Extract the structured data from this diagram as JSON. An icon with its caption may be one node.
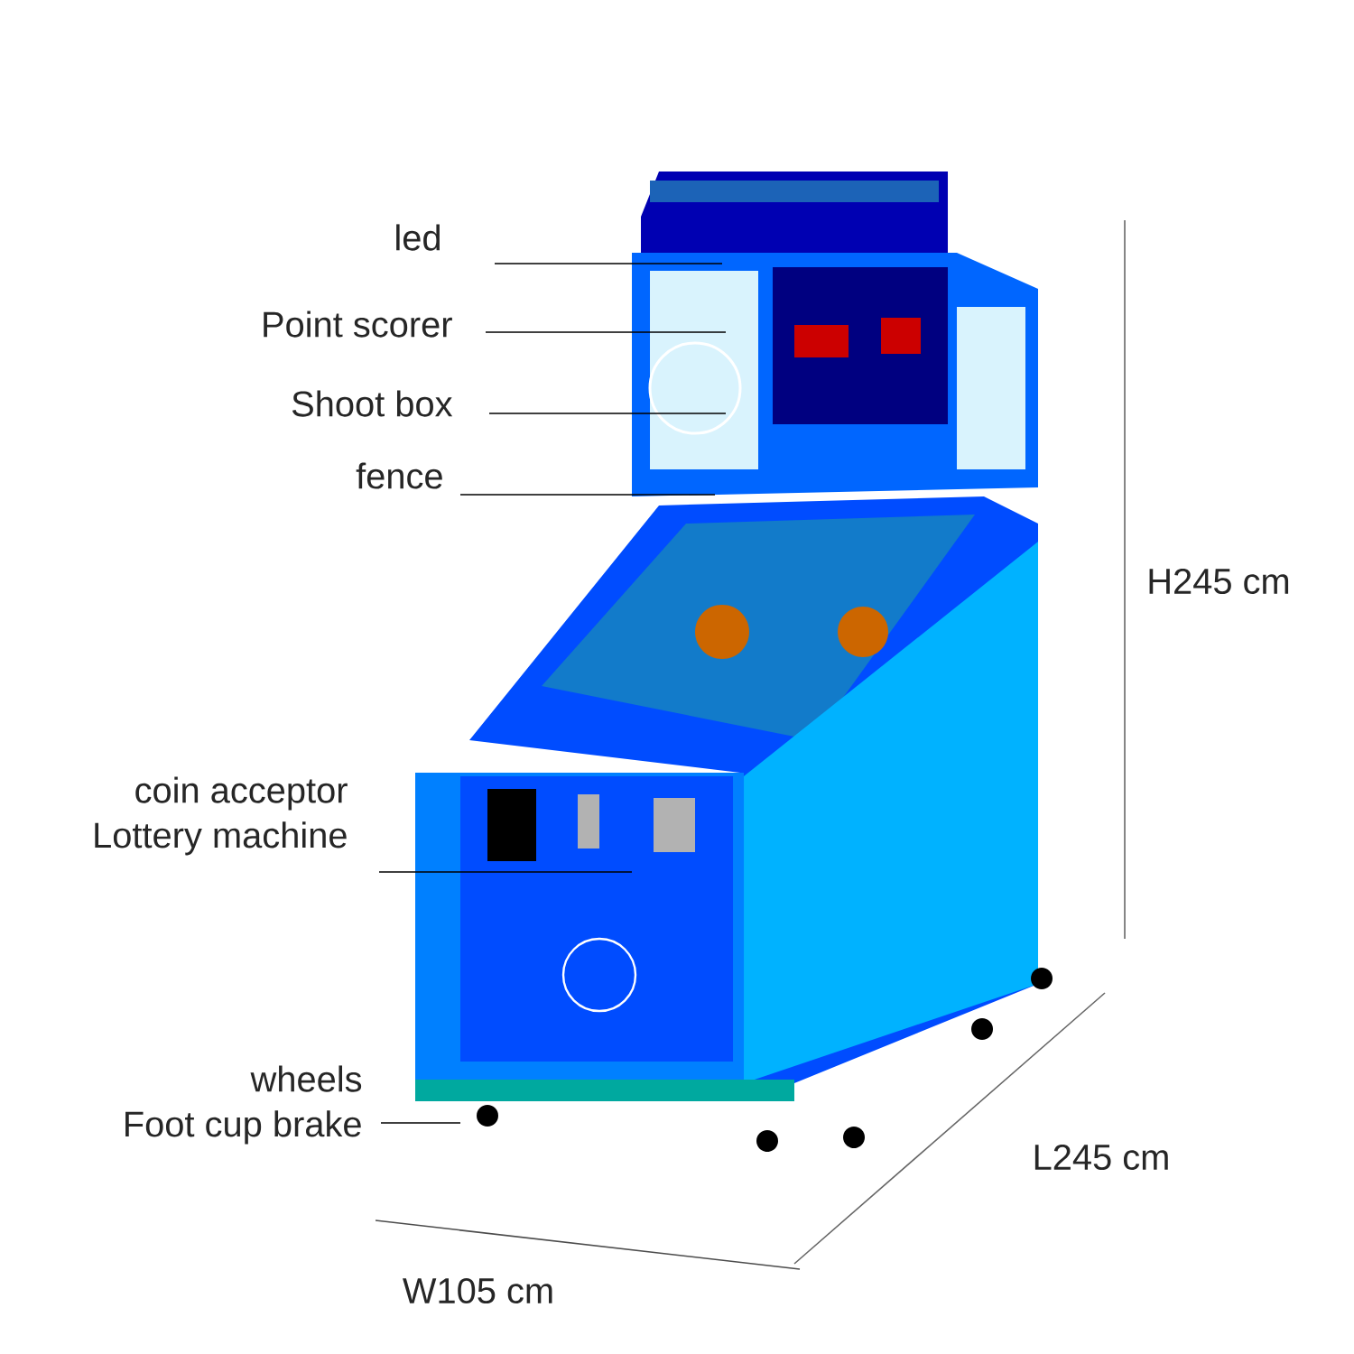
{
  "diagram": {
    "nodes": [
      {
        "text": [
          "led"
        ]
      },
      {
        "text": [
          "Point scorer"
        ]
      },
      {
        "text": [
          "Shoot box"
        ]
      },
      {
        "text": [
          "fence"
        ]
      },
      {
        "text": [
          "coin acceptor",
          "Lottery machine"
        ]
      },
      {
        "text": [
          "wheels",
          "Foot cup brake"
        ]
      }
    ],
    "edges": [
      {
        "from": 0,
        "to": null,
        "arrow": "none"
      },
      {
        "from": 1,
        "to": null,
        "arrow": "none"
      },
      {
        "from": 2,
        "to": null,
        "arrow": "none"
      },
      {
        "from": 3,
        "to": null,
        "arrow": "none"
      },
      {
        "from": 4,
        "to": null,
        "arrow": "none"
      },
      {
        "from": 5,
        "to": null,
        "arrow": "none"
      }
    ],
    "labels": [
      "H245 cm",
      "L245 cm",
      "W105 cm"
    ]
  }
}
